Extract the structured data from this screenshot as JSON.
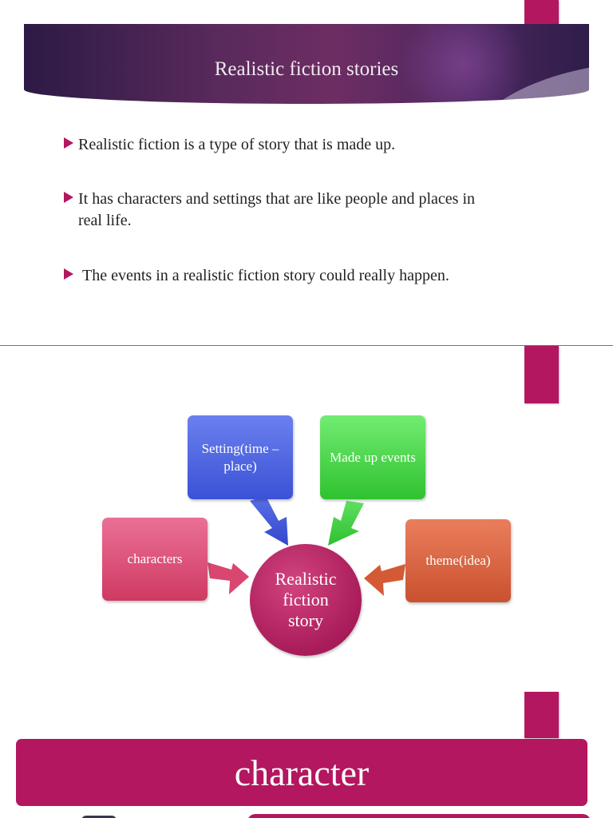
{
  "slide1": {
    "title": "Realistic fiction stories",
    "bullets": [
      "Realistic fiction is a type of story that is made up.",
      "It has characters and settings that are like people and places in real life.",
      " The events in a realistic fiction story could really happen."
    ]
  },
  "slide2": {
    "nodes": {
      "setting": "Setting(time – place)",
      "events": "Made up events",
      "characters": "characters",
      "theme": "theme(idea)",
      "center": "Realistic fiction story"
    }
  },
  "slide3": {
    "title": "character"
  },
  "colors": {
    "accent": "#b3175f",
    "banner": "#5a2a5c",
    "setting": "#4a62e0",
    "events": "#44d444",
    "characters": "#dc4f78",
    "theme": "#d8633f"
  }
}
